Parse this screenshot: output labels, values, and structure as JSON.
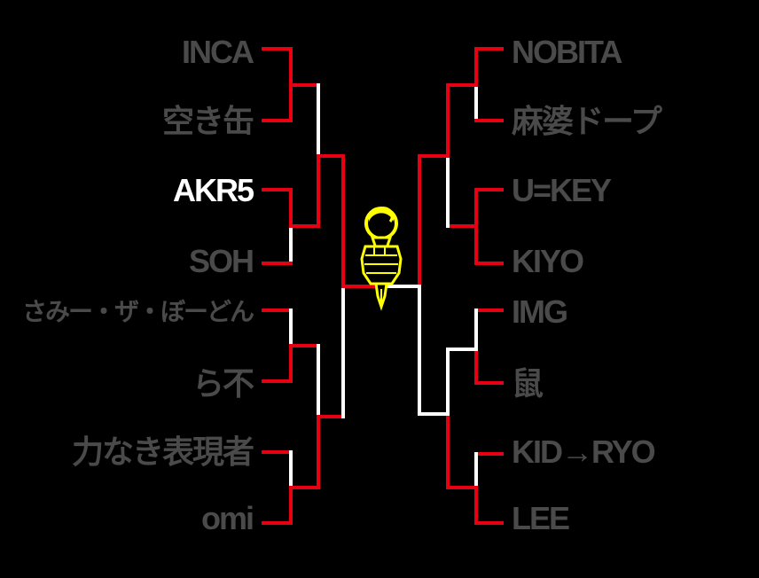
{
  "bracket": {
    "left": [
      {
        "name": "INCA",
        "highlight": false
      },
      {
        "name": "空き缶",
        "highlight": false
      },
      {
        "name": "AKR5",
        "highlight": true
      },
      {
        "name": "SOH",
        "highlight": false
      },
      {
        "name": "さみー・ザ・ぼーどん",
        "highlight": false
      },
      {
        "name": "ら不",
        "highlight": false
      },
      {
        "name": "力なき表現者",
        "highlight": false
      },
      {
        "name": "omi",
        "highlight": false
      }
    ],
    "right": [
      {
        "name": "NOBITA",
        "highlight": false
      },
      {
        "name": "麻婆ドープ",
        "highlight": false
      },
      {
        "name": "U=KEY",
        "highlight": false
      },
      {
        "name": "KIYO",
        "highlight": false
      },
      {
        "name": "IMG",
        "highlight": false
      },
      {
        "name": "鼠",
        "highlight": false
      },
      {
        "name": "KID→RYO",
        "highlight": false
      },
      {
        "name": "LEE",
        "highlight": false
      }
    ],
    "colors": {
      "win_line": "#e60012",
      "lose_line": "#ffffff",
      "name_text": "#4a4a4a",
      "highlight_text": "#ffffff",
      "trophy": "#ffff00",
      "background": "#000000"
    },
    "trophy_icon": "microphone-fist-trophy-icon"
  }
}
